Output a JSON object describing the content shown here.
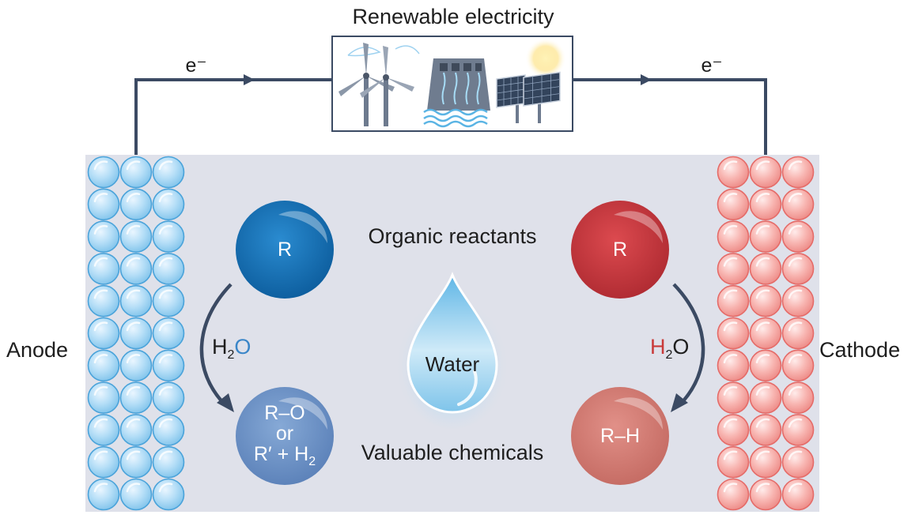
{
  "title": "Renewable electricity",
  "electron_left": "e⁻",
  "electron_right": "e⁻",
  "electrodes": {
    "anode": "Anode",
    "cathode": "Cathode"
  },
  "center": {
    "organic_reactants": "Organic reactants",
    "valuable_chemicals": "Valuable chemicals",
    "water": "Water"
  },
  "anode_side": {
    "reactant": "R",
    "reagent_h": "H",
    "reagent_sub": "2",
    "reagent_o": "O",
    "product_line1": "R–O",
    "product_line2": "or",
    "product_line3_a": "R′ + H",
    "product_line3_sub": "2"
  },
  "cathode_side": {
    "reactant": "R",
    "reagent_h": "H",
    "reagent_sub": "2",
    "reagent_o": "O",
    "product": "R–H"
  },
  "icons": [
    "wind-turbine-icon",
    "hydro-dam-icon",
    "solar-panel-icon",
    "sun-icon"
  ],
  "colors": {
    "anode_blue": "#0f6fb4",
    "anode_product": "#6f93c5",
    "cathode_red": "#c7343b",
    "cathode_product": "#d07a72",
    "chamber": "#dfe1ea",
    "wire": "#3b4a63"
  }
}
